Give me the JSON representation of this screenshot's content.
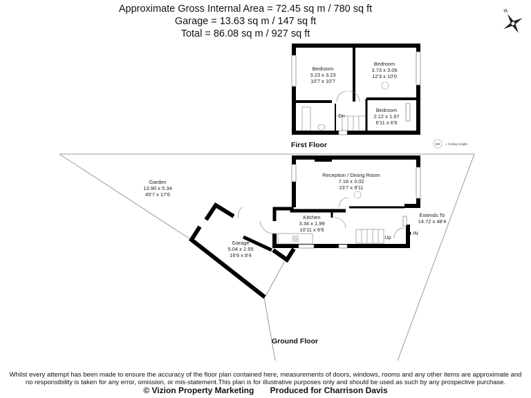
{
  "header": {
    "gross_area": "Approximate Gross Internal Area = 72.45 sq m / 780 sq ft",
    "garage_area": "Garage = 13.63 sq m / 147 sq ft",
    "total_area": "Total = 86.08 sq m / 927 sq ft"
  },
  "compass": {
    "icon": "compass-rose-icon"
  },
  "first_floor": {
    "title": "First Floor",
    "rooms": [
      {
        "name": "Bedroom",
        "metric": "3.23 x 3.23",
        "imperial": "10'7 x 10'7"
      },
      {
        "name": "Bedroom",
        "metric": "3.73 x 3.06",
        "imperial": "12'3 x 10'0"
      },
      {
        "name": "Bedroom",
        "metric": "2.12 x 1.97",
        "imperial": "6'11 x 6'6"
      }
    ],
    "stairs_label": "Dn"
  },
  "legend": {
    "symbol": "CH",
    "text": "= Ceiling Height"
  },
  "ground_floor": {
    "title": "Ground Floor",
    "rooms": [
      {
        "name": "Garden",
        "metric": "13.90 x 5.34",
        "imperial": "45'7 x 17'6"
      },
      {
        "name": "Reception / Dining Room",
        "metric": "7.18 x 3.02",
        "imperial": "23'7 x 9'11"
      },
      {
        "name": "Kitchen",
        "metric": "3.34 x 1.99",
        "imperial": "10'11 x 6'6"
      },
      {
        "name": "Garage",
        "metric": "5.04 x 2.55",
        "imperial": "16'6 x 8'4"
      }
    ],
    "extends": {
      "label": "Extends To",
      "value": "14.72 x 48'4"
    },
    "stairs_label": "Up",
    "entrance_label": "IN"
  },
  "disclaimer": {
    "line1": "Whilst every attempt has been made to ensure the accuracy of the floor plan contained here, measurements of doors, windows, rooms and any other items are approximate and",
    "line2": "no responsibility is taken for any error, omission, or mis-statement.This plan is for illustrative purposes only and should be used as such by any prospective purchase."
  },
  "footer": {
    "copyright": "© Vizion Property Marketing",
    "produced": "Produced for Charrison Davis"
  }
}
